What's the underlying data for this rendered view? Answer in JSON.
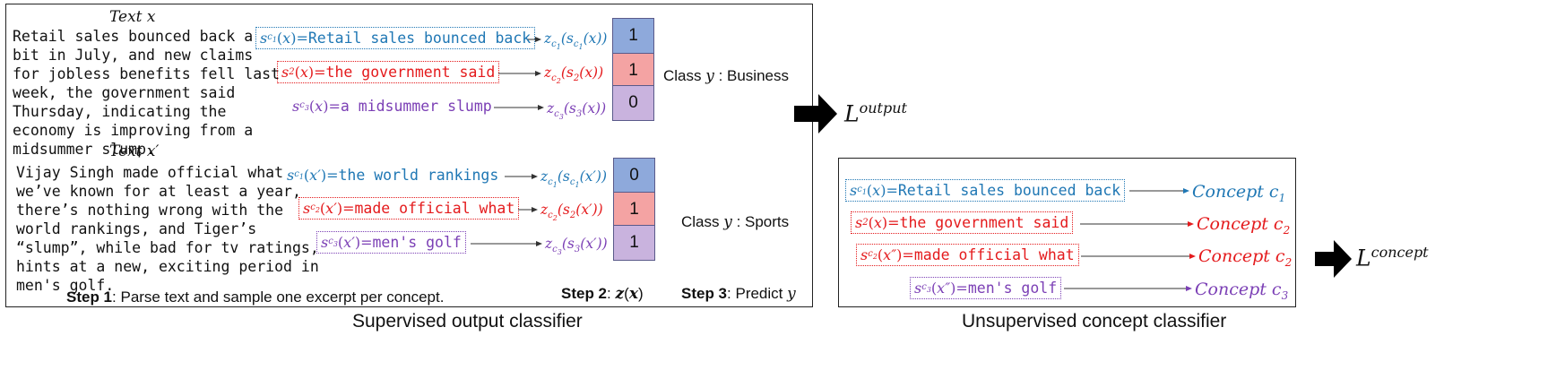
{
  "supervised": {
    "caption": "Supervised output classifier",
    "text_x_label": "Text x",
    "text_x_lines": [
      "Retail sales bounced back a",
      "bit in July, and new claims",
      "for jobless benefits fell last",
      "week, the government said",
      "Thursday, indicating the",
      "economy is improving from a",
      "midsummer slump."
    ],
    "text_xp_label": "Text x′",
    "text_xp_lines": [
      "Vijay Singh made official what",
      "we’ve known for at least a year,",
      "there’s nothing wrong with the",
      "world rankings, and Tiger’s",
      "“slump”, while bad for tv ratings,",
      "hints at a new, exciting period in",
      "men's golf."
    ],
    "x_excerpts": [
      {
        "sym": "s",
        "sub": "c₁",
        "arg": "(x)=",
        "text": " Retail sales bounced back",
        "z": "z_{c1}(s_{c1}(x))",
        "value": "1",
        "color": "#1f77b4",
        "boxed": true
      },
      {
        "sym": "s",
        "sub": "2",
        "arg": "(x)=",
        "text": " the government said",
        "z": "z_{c2}(s_2(x))",
        "value": "1",
        "color": "#e41a1c",
        "boxed": true
      },
      {
        "sym": "s",
        "sub": "c₃",
        "arg": "(x)=",
        "text": " a midsummer slump",
        "z": "z_{c3}(s_3(x))",
        "value": "0",
        "color": "#7b3fb5",
        "boxed": false
      }
    ],
    "xp_excerpts": [
      {
        "sym": "s",
        "sub": "c₁",
        "arg": "(x′)=",
        "text": " the world rankings",
        "z": "z_{c1}(s_{c1}(x′))",
        "value": "0",
        "color": "#1f77b4",
        "boxed": false
      },
      {
        "sym": "s",
        "sub": "c₂",
        "arg": "(x′)=",
        "text": " made official what",
        "z": "z_{c2}(s_2(x′))",
        "value": "1",
        "color": "#e41a1c",
        "boxed": true
      },
      {
        "sym": "s",
        "sub": "c₃",
        "arg": "(x′)=",
        "text": " men's golf",
        "z": "z_{c3}(s_3(x′))",
        "value": "1",
        "color": "#7b3fb5",
        "boxed": true
      }
    ],
    "class_x": "Class y : Business",
    "class_xp": "Class y : Sports",
    "step1_bold": "Step 1",
    "step1_rest": ": Parse text and sample one excerpt per concept.",
    "step2_bold": "Step 2",
    "step2_rest": ": z(x)",
    "step3_bold": "Step 3",
    "step3_rest": ": Predict y",
    "loss": "L^output",
    "colors": {
      "cell_blue": "#8ea9db",
      "cell_red": "#f4a3a3",
      "cell_purple": "#c9b3de"
    }
  },
  "unsupervised": {
    "caption": "Unsupervised concept classifier",
    "rows": [
      {
        "sym": "s",
        "sub": "c₁",
        "arg": "(x)=",
        "text": " Retail sales bounced back",
        "concept": "Concept c₁",
        "color": "#1f77b4"
      },
      {
        "sym": "s",
        "sub": "2",
        "arg": "(x)=",
        "text": " the government said",
        "concept": "Concept c₂",
        "color": "#e41a1c"
      },
      {
        "sym": "s",
        "sub": "c₂",
        "arg": "(x″)=",
        "text": " made official what",
        "concept": "Concept c₂",
        "color": "#e41a1c"
      },
      {
        "sym": "s",
        "sub": "c₃",
        "arg": "(x″)=",
        "text": " men's golf",
        "concept": "Concept c₃",
        "color": "#7b3fb5"
      }
    ],
    "loss": "L^concept"
  }
}
